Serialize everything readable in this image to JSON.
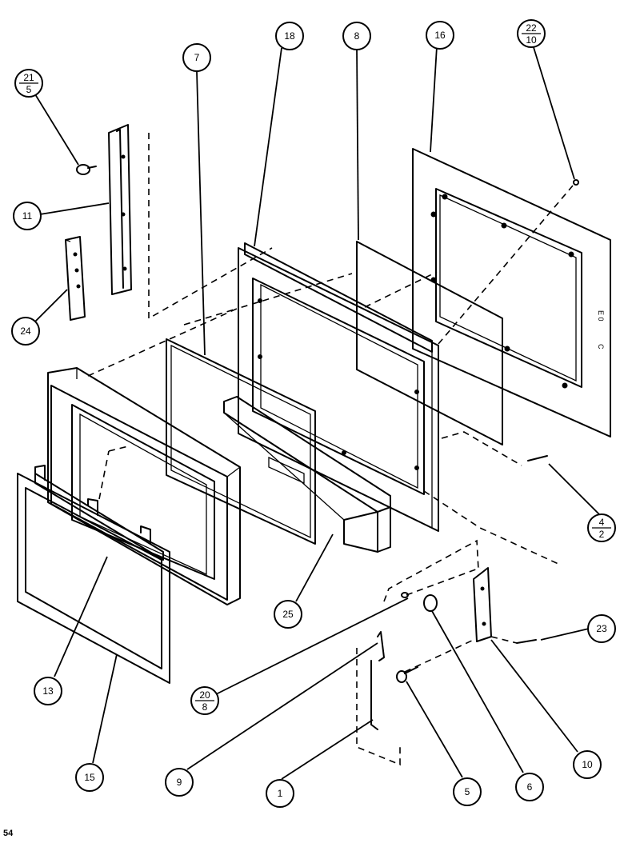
{
  "diagram": {
    "page_number": "54",
    "callouts": [
      {
        "id": "c18",
        "label": "18"
      },
      {
        "id": "c8",
        "label": "8"
      },
      {
        "id": "c16",
        "label": "16"
      },
      {
        "id": "c22",
        "top": "22",
        "bottom": "10"
      },
      {
        "id": "c7",
        "label": "7"
      },
      {
        "id": "c21",
        "top": "21",
        "bottom": "5"
      },
      {
        "id": "c11",
        "label": "11"
      },
      {
        "id": "c24",
        "label": "24"
      },
      {
        "id": "c4",
        "top": "4",
        "bottom": "2"
      },
      {
        "id": "c25",
        "label": "25"
      },
      {
        "id": "c23",
        "label": "23"
      },
      {
        "id": "c20",
        "top": "20",
        "bottom": "8"
      },
      {
        "id": "c13",
        "label": "13"
      },
      {
        "id": "c15",
        "label": "15"
      },
      {
        "id": "c9",
        "label": "9"
      },
      {
        "id": "c1",
        "label": "1"
      },
      {
        "id": "c5",
        "label": "5"
      },
      {
        "id": "c6",
        "label": "6"
      },
      {
        "id": "c10",
        "label": "10"
      }
    ]
  }
}
